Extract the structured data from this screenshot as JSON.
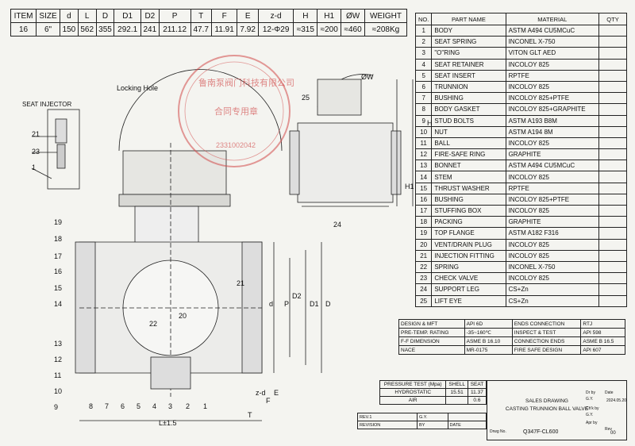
{
  "dimension_table": {
    "headers": [
      "ITEM",
      "SIZE",
      "d",
      "L",
      "D",
      "D1",
      "D2",
      "P",
      "T",
      "F",
      "E",
      "z-d",
      "H",
      "H1",
      "ØW",
      "WEIGHT"
    ],
    "values": [
      "16",
      "6\"",
      "150",
      "562",
      "355",
      "292.1",
      "241",
      "211.12",
      "47.7",
      "11.91",
      "7.92",
      "12-Φ29",
      "≈315",
      "≈200",
      "≈460",
      "≈208Kg"
    ]
  },
  "parts_table": {
    "headers": [
      "NO.",
      "PART NAME",
      "MATERIAL",
      "QTY"
    ],
    "rows": [
      {
        "no": "1",
        "name": "BODY",
        "material": "ASTM A494 CU5MCuC"
      },
      {
        "no": "2",
        "name": "SEAT SPRING",
        "material": "INCONEL X-750"
      },
      {
        "no": "3",
        "name": "\"O\"RING",
        "material": "VITON GLT AED"
      },
      {
        "no": "4",
        "name": "SEAT RETAINER",
        "material": "INCOLOY 825"
      },
      {
        "no": "5",
        "name": "SEAT INSERT",
        "material": "RPTFE"
      },
      {
        "no": "6",
        "name": "TRUNNION",
        "material": "INCOLOY 825"
      },
      {
        "no": "7",
        "name": "BUSHING",
        "material": "INCOLOY 825+PTFE"
      },
      {
        "no": "8",
        "name": "BODY GASKET",
        "material": "INCOLOY 825+GRAPHITE"
      },
      {
        "no": "9",
        "name": "STUD BOLTS",
        "material": "ASTM A193 B8M"
      },
      {
        "no": "10",
        "name": "NUT",
        "material": "ASTM A194 8M"
      },
      {
        "no": "11",
        "name": "BALL",
        "material": "INCOLOY 825"
      },
      {
        "no": "12",
        "name": "FIRE-SAFE RING",
        "material": "GRAPHITE"
      },
      {
        "no": "13",
        "name": "BONNET",
        "material": "ASTM A494 CU5MCuC"
      },
      {
        "no": "14",
        "name": "STEM",
        "material": "INCOLOY 825"
      },
      {
        "no": "15",
        "name": "THRUST WASHER",
        "material": "RPTFE"
      },
      {
        "no": "16",
        "name": "BUSHING",
        "material": "INCOLOY 825+PTFE"
      },
      {
        "no": "17",
        "name": "STUFFING BOX",
        "material": "INCOLOY 825"
      },
      {
        "no": "18",
        "name": "PACKING",
        "material": "GRAPHITE"
      },
      {
        "no": "19",
        "name": "TOP FLANGE",
        "material": "ASTM A182 F316"
      },
      {
        "no": "20",
        "name": "VENT/DRAIN PLUG",
        "material": "INCOLOY 825"
      },
      {
        "no": "21",
        "name": "INJECTION FITTING",
        "material": "INCOLOY 825"
      },
      {
        "no": "22",
        "name": "SPRING",
        "material": "INCONEL X-750"
      },
      {
        "no": "23",
        "name": "CHECK VALVE",
        "material": "INCOLOY 825"
      },
      {
        "no": "24",
        "name": "SUPPORT LEG",
        "material": "CS+Zn"
      },
      {
        "no": "25",
        "name": "LIFT EYE",
        "material": "CS+Zn"
      }
    ]
  },
  "spec_table": {
    "rows": [
      [
        "DESIGN & MFT",
        "API 6D",
        "ENDS CONNECTION",
        "RTJ"
      ],
      [
        "PRE-TEMP. RATING",
        "-35~160℃",
        "INSPECT & TEST",
        "API 598"
      ],
      [
        "F-F DIMENSION",
        "ASME B 16.10",
        "CONNECTION ENDS",
        "ASME B 16.5"
      ],
      [
        "NACE",
        "MR-0175",
        "FIRE SAFE DESIGN",
        "API 607"
      ]
    ]
  },
  "pressure_test": {
    "headers": [
      "PRESSURE TEST (Mpa)",
      "SHELL",
      "SEAT"
    ],
    "rows": [
      [
        "HYDROSTATIC",
        "15.51",
        "11.37"
      ],
      [
        "AIR",
        "",
        "0.6"
      ]
    ]
  },
  "title_block": {
    "line1": "SALES DRAWING",
    "line2": "CASTING TRUNNION BALL VALVE",
    "drawing_no_label": "Drwg No.",
    "drawing_no": "Q347F-CL600",
    "dr_by": "Dr by",
    "date_label": "Date",
    "date_value": "2024.05.20",
    "chk_by": "Ch'k by",
    "apr_by": "Apr by",
    "rev_label": "Rev",
    "rev_value": "00",
    "gy1": "G.Y.",
    "gy2": "G.Y."
  },
  "revision_block": {
    "rev_label": "REV.1",
    "gy": "G.Y.",
    "revision_label": "REVISION",
    "by_label": "BY",
    "date_label": "DATE"
  },
  "labels": {
    "seat_injector": "SEAT INJECTOR",
    "locking_hole": "Locking Hole",
    "l_tol": "L±1.5",
    "ow": "ØW",
    "callouts_left": [
      "19",
      "18",
      "17",
      "16",
      "15",
      "14",
      "13",
      "12",
      "11",
      "10",
      "9"
    ],
    "callouts_bottom": [
      "8",
      "7",
      "6",
      "5",
      "4",
      "3",
      "2",
      "1"
    ],
    "callouts_misc": [
      "21",
      "23",
      "1",
      "25",
      "24",
      "22",
      "20",
      "21"
    ],
    "dims": [
      "D2",
      "P",
      "D1",
      "D",
      "d",
      "H",
      "H1",
      "z-d",
      "E",
      "F",
      "T"
    ]
  },
  "stamp": {
    "line1": "鲁南泵阀门科技有限公司",
    "line2": "合同专用章",
    "line3": "2331002042"
  }
}
